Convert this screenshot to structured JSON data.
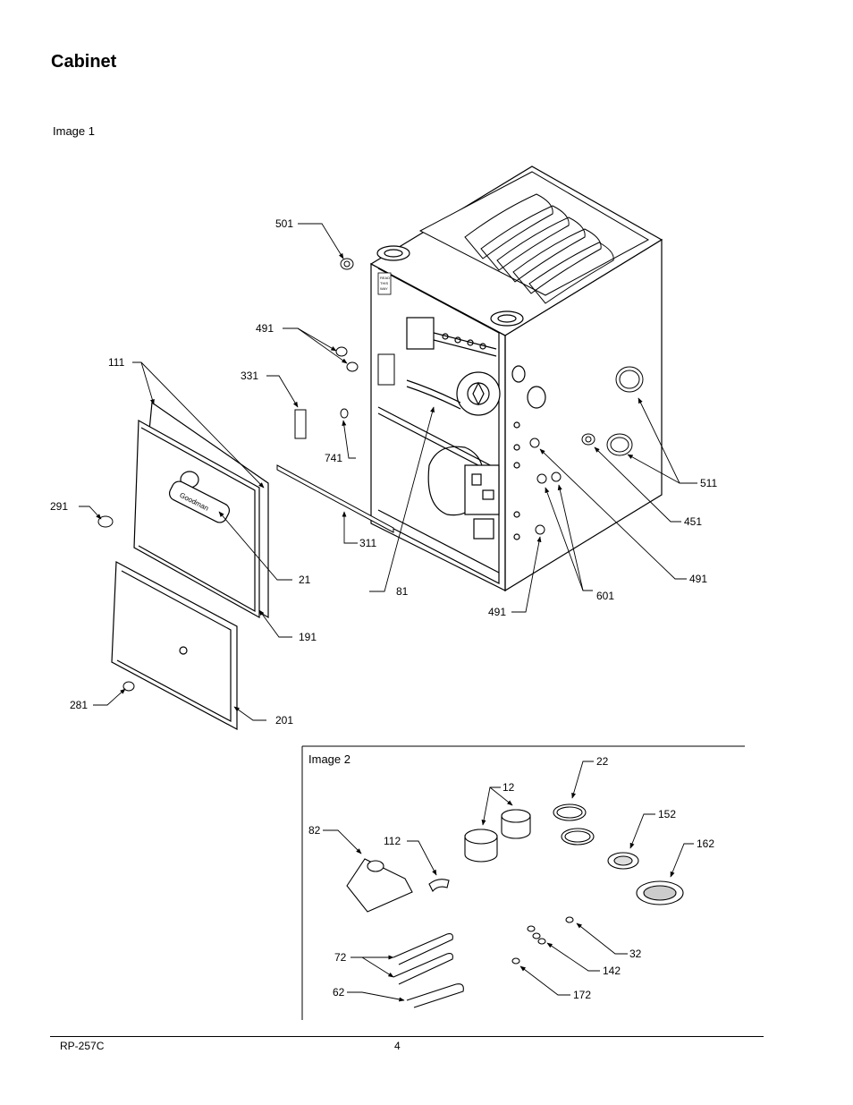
{
  "page_title": "Cabinet",
  "image1_label": "Image 1",
  "image2_label": "Image 2",
  "footer": {
    "doc_code": "RP-257C",
    "page_number": "4"
  },
  "image1_callouts": [
    {
      "id": "c501",
      "text": "501"
    },
    {
      "id": "c491a",
      "text": "491"
    },
    {
      "id": "c111",
      "text": "111"
    },
    {
      "id": "c331",
      "text": "331"
    },
    {
      "id": "c741",
      "text": "741"
    },
    {
      "id": "c291",
      "text": "291"
    },
    {
      "id": "c311",
      "text": "311"
    },
    {
      "id": "c21",
      "text": "21"
    },
    {
      "id": "c81",
      "text": "81"
    },
    {
      "id": "c191",
      "text": "191"
    },
    {
      "id": "c281",
      "text": "281"
    },
    {
      "id": "c201",
      "text": "201"
    },
    {
      "id": "c511",
      "text": "511"
    },
    {
      "id": "c451",
      "text": "451"
    },
    {
      "id": "c491b",
      "text": "491"
    },
    {
      "id": "c601",
      "text": "601"
    },
    {
      "id": "c491c",
      "text": "491"
    }
  ],
  "image2_callouts": [
    {
      "id": "d22",
      "text": "22"
    },
    {
      "id": "d12",
      "text": "12"
    },
    {
      "id": "d152",
      "text": "152"
    },
    {
      "id": "d82",
      "text": "82"
    },
    {
      "id": "d112",
      "text": "112"
    },
    {
      "id": "d162",
      "text": "162"
    },
    {
      "id": "d32",
      "text": "32"
    },
    {
      "id": "d72",
      "text": "72"
    },
    {
      "id": "d142",
      "text": "142"
    },
    {
      "id": "d62",
      "text": "62"
    },
    {
      "id": "d172",
      "text": "172"
    }
  ],
  "cabinet_label_text": "READ THIS WAY",
  "door_logo_text": "Goodman"
}
